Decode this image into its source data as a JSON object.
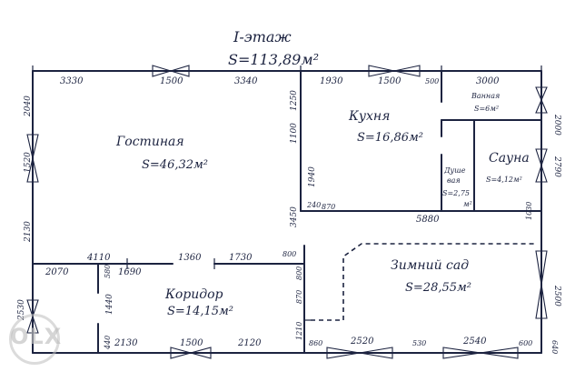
{
  "plan": {
    "title": "I-этаж",
    "total_area": "S=113,89м²"
  },
  "rooms": {
    "living": {
      "name": "Гостиная",
      "area": "S=46,32м²"
    },
    "kitchen": {
      "name": "Кухня",
      "area": "S=16,86м²"
    },
    "bathroom": {
      "name": "Ванная",
      "area": "S=6м²"
    },
    "sauna": {
      "name": "Сауна",
      "area": "S=4,12м²"
    },
    "shower": {
      "name": "Душе",
      "line2": "вая",
      "area": "S=2,75",
      "unit": "м²"
    },
    "winter_garden": {
      "name": "Зимний сад",
      "area": "S=28,55м²"
    },
    "corridor": {
      "name": "Коридор",
      "area": "S=14,15м²"
    }
  },
  "dimensions": {
    "top": [
      "3330",
      "1500",
      "3340",
      "1930",
      "1500",
      "500",
      "3000"
    ],
    "left_outer": [
      "2040",
      "1520",
      "2130",
      "2530"
    ],
    "center_vertical": [
      "1250",
      "1100",
      "1940",
      "3450",
      "800",
      "870",
      "1210"
    ],
    "right_outer": [
      "2000",
      "2790",
      "1030",
      "2500",
      "640"
    ],
    "living_bottom": [
      "4110",
      "1360",
      "1730",
      "800"
    ],
    "corridor_top": [
      "2070",
      "1690"
    ],
    "corridor_vertical": [
      "580",
      "1440",
      "440"
    ],
    "kitchen_bottom": [
      "240",
      "870",
      "5880"
    ],
    "bottom": [
      "2130",
      "1500",
      "2120",
      "860",
      "2520",
      "530",
      "2540",
      "600"
    ]
  },
  "watermark": {
    "text": "OLX"
  }
}
